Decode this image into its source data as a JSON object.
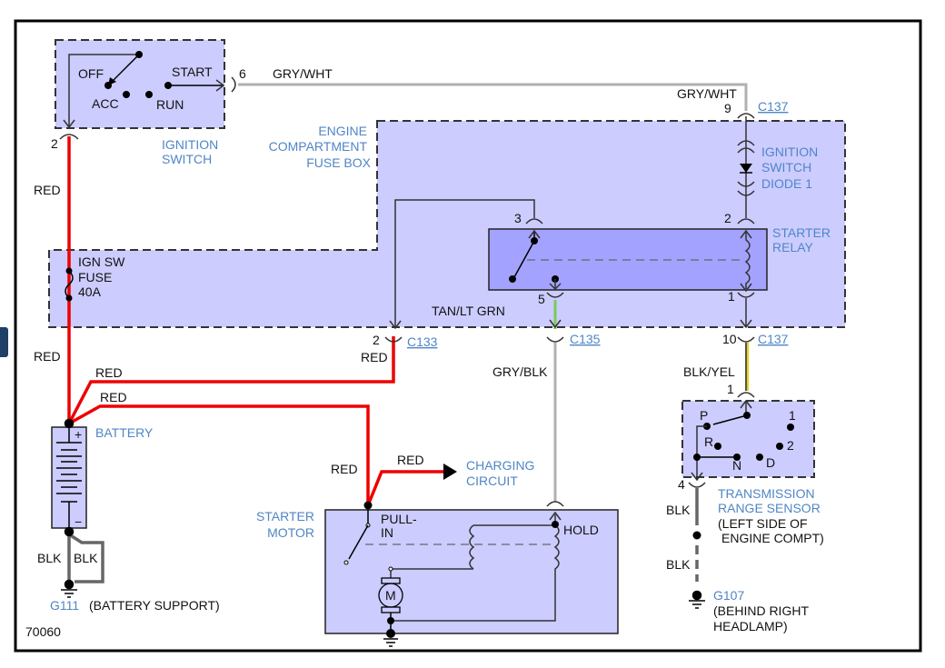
{
  "diagram": {
    "id": "70060",
    "components": {
      "ignition_switch": {
        "name": "IGNITION SWITCH",
        "positions": [
          "OFF",
          "ACC",
          "RUN",
          "START"
        ],
        "pin_start": "6",
        "pin_out": "2"
      },
      "fuse_box": {
        "name": "ENGINE COMPARTMENT FUSE BOX"
      },
      "fuse": {
        "name": "IGN SW FUSE",
        "rating": "40A"
      },
      "diode": {
        "name": "IGNITION SWITCH DIODE 1"
      },
      "starter_relay": {
        "name": "STARTER RELAY",
        "pins": [
          "3",
          "5",
          "2",
          "1"
        ]
      },
      "battery": {
        "name": "BATTERY",
        "plus": "+",
        "minus": "−"
      },
      "starter_motor": {
        "name": "STARTER MOTOR",
        "pull_in": "PULL- IN",
        "hold": "HOLD",
        "motor": "M"
      },
      "charging": {
        "name": "CHARGING CIRCUIT"
      },
      "trs": {
        "name": "TRANSMISSION RANGE SENSOR",
        "location": "(LEFT SIDE OF ENGINE COMPT)",
        "positions": [
          "P",
          "R",
          "N",
          "D",
          "2",
          "1"
        ],
        "pin_in": "1",
        "pin_out": "4"
      },
      "g111": {
        "name": "G111",
        "location": "(BATTERY SUPPORT)"
      },
      "g107": {
        "name": "G107",
        "location": "(BEHIND RIGHT HEADLAMP)"
      }
    },
    "connectors": {
      "c137": "C137",
      "c133": "C133",
      "c135": "C135"
    },
    "pins": {
      "p9": "9",
      "p2_diode": "2",
      "p1_relay": "1",
      "p10": "10",
      "p2_c133": "2",
      "p3": "3",
      "p5": "5"
    },
    "wires": {
      "gry_wht": "GRY/WHT",
      "red": "RED",
      "tan_lt_grn": "TAN/LT GRN",
      "gry_blk": "GRY/BLK",
      "blk_yel": "BLK/YEL",
      "blk": "BLK"
    },
    "colors": {
      "red_wire": "#ee0000",
      "component_fill": "#ccccff",
      "relay_fill": "#a3a3ff",
      "label_blue": "#4f86c6"
    }
  }
}
